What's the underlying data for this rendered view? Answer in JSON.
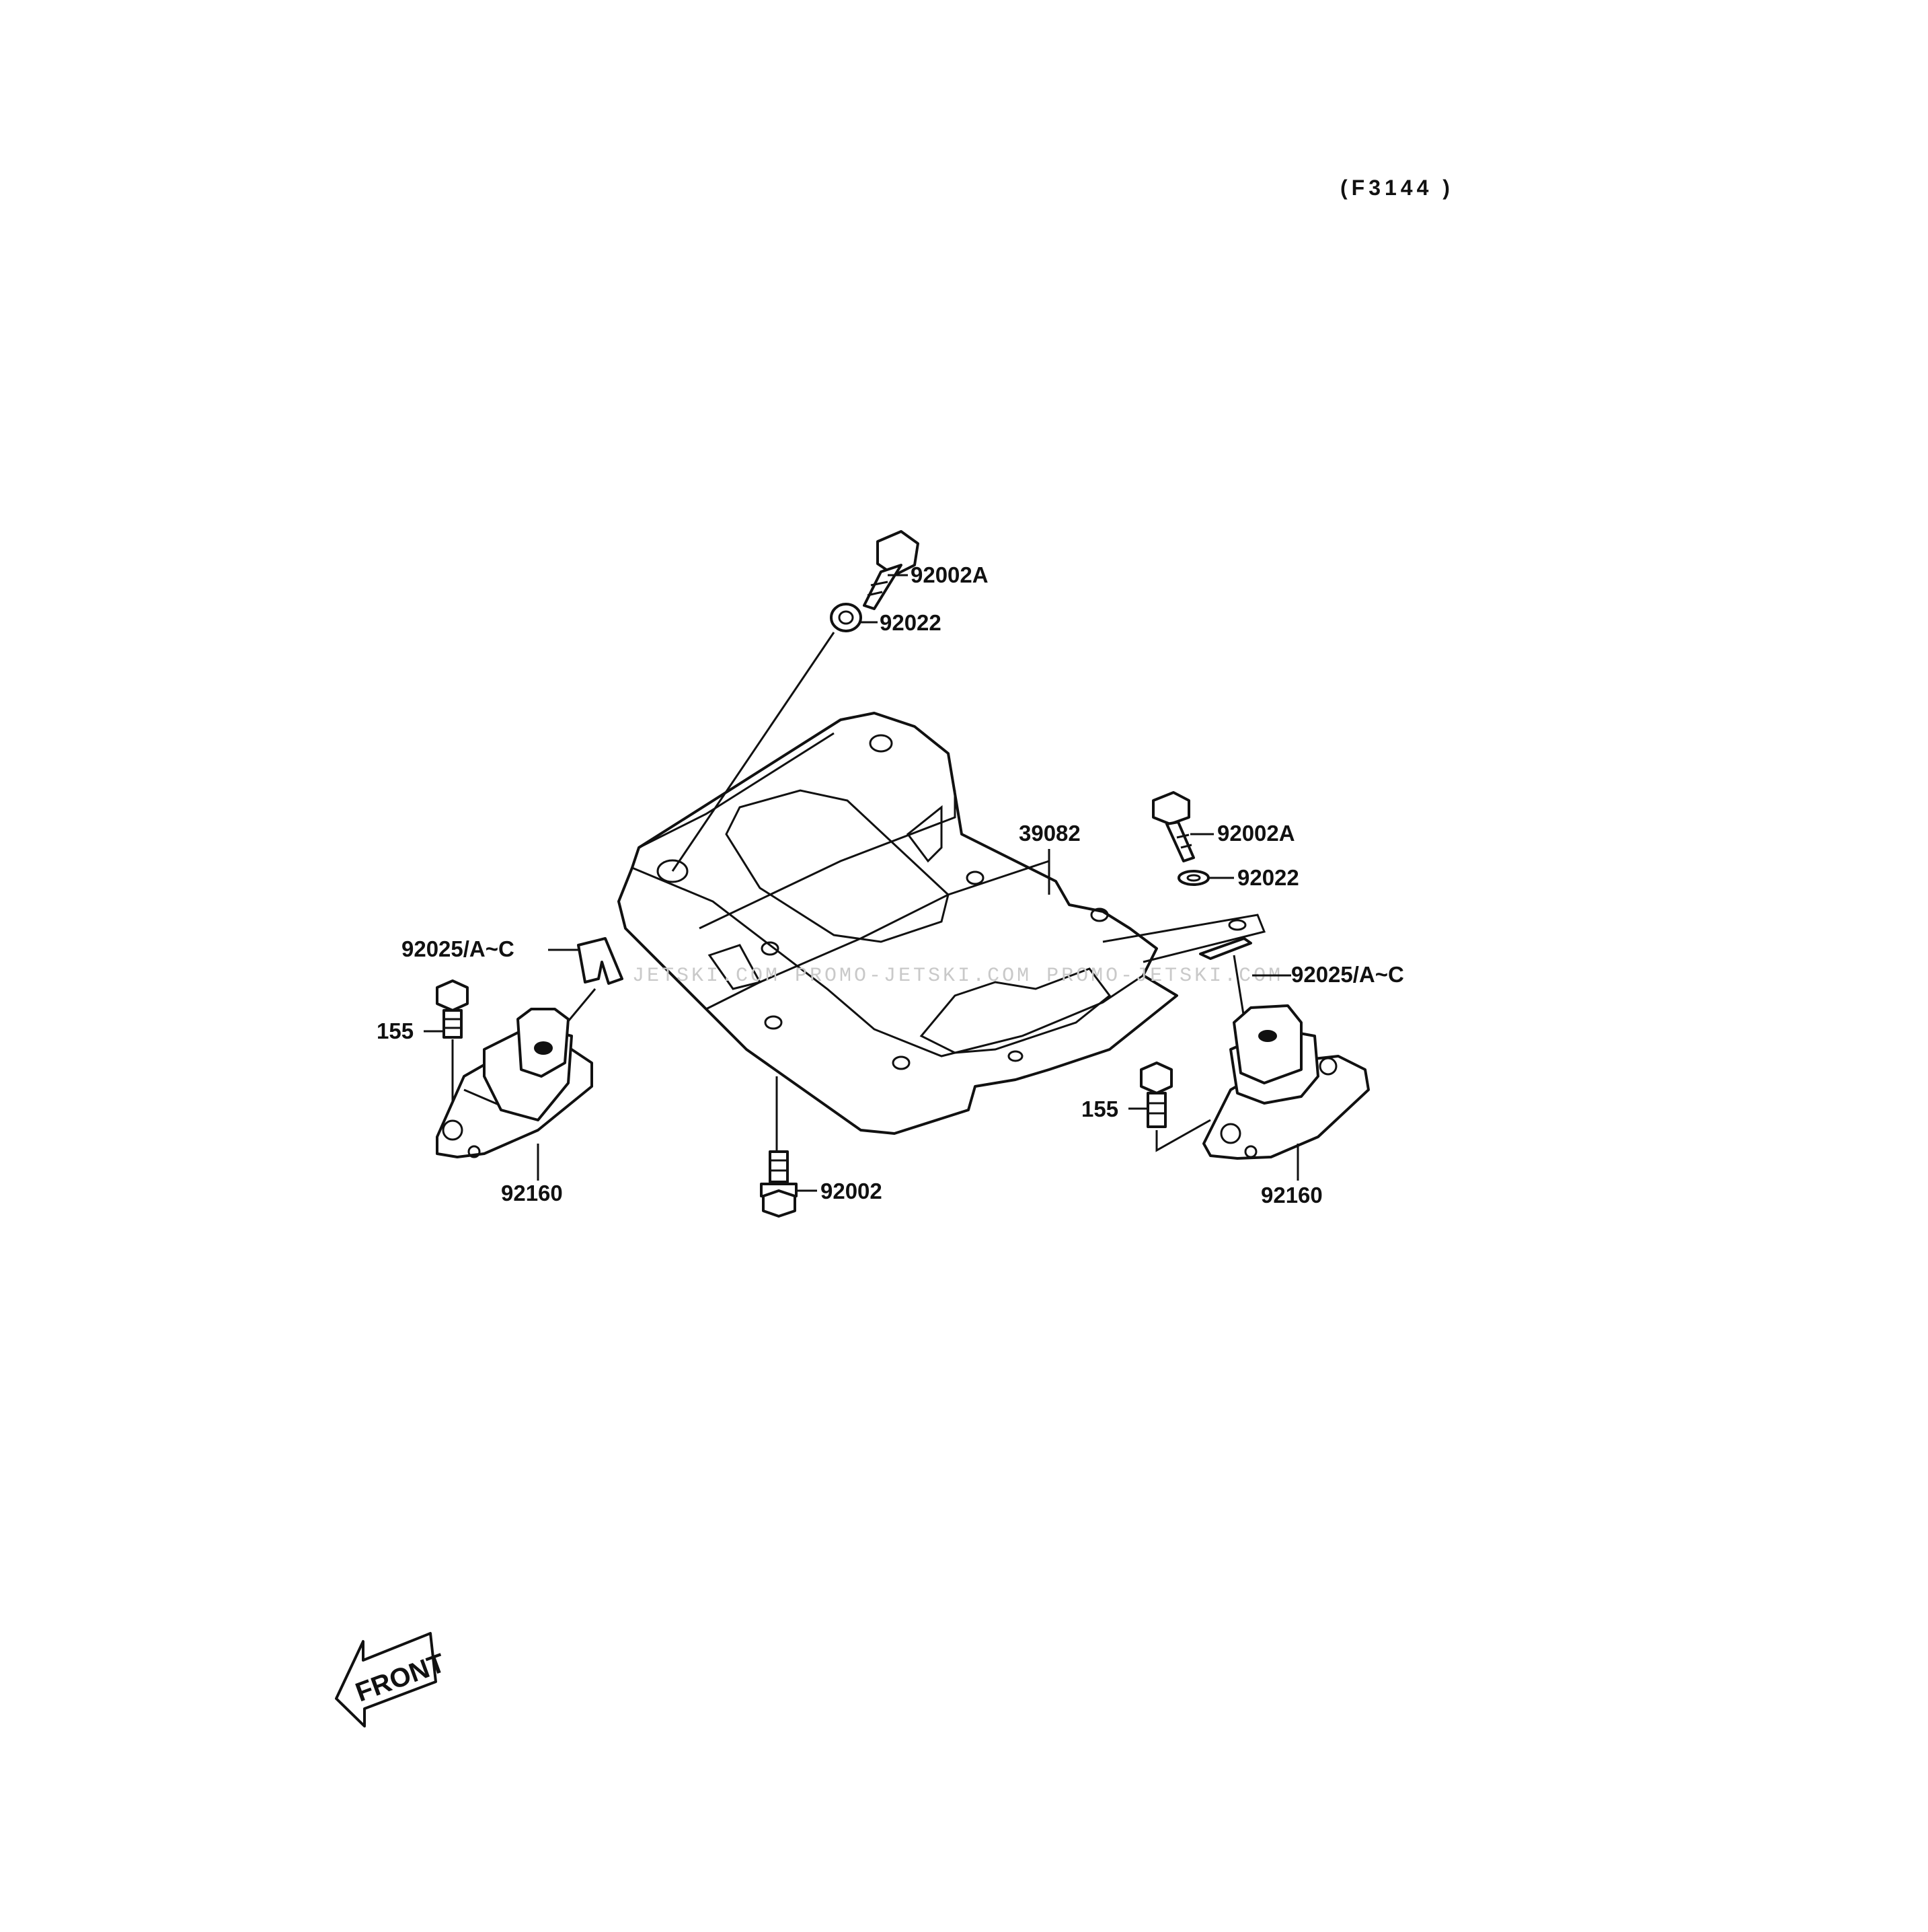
{
  "diagram": {
    "figure_code": "(F3144 )",
    "watermark": "JETSKI.COM  PROMO-JETSKI.COM  PROMO-JETSKI.COM",
    "front_arrow_label": "FRONT",
    "part_labels": {
      "bolt_top": "92002A",
      "washer_top": "92022",
      "plate": "39082",
      "bolt_right": "92002A",
      "washer_right": "92022",
      "shim_left": "92025/A~C",
      "shim_right": "92025/A~C",
      "screw_left": "155",
      "screw_right": "155",
      "mount_left": "92160",
      "mount_right": "92160",
      "bolt_bottom": "92002"
    }
  }
}
